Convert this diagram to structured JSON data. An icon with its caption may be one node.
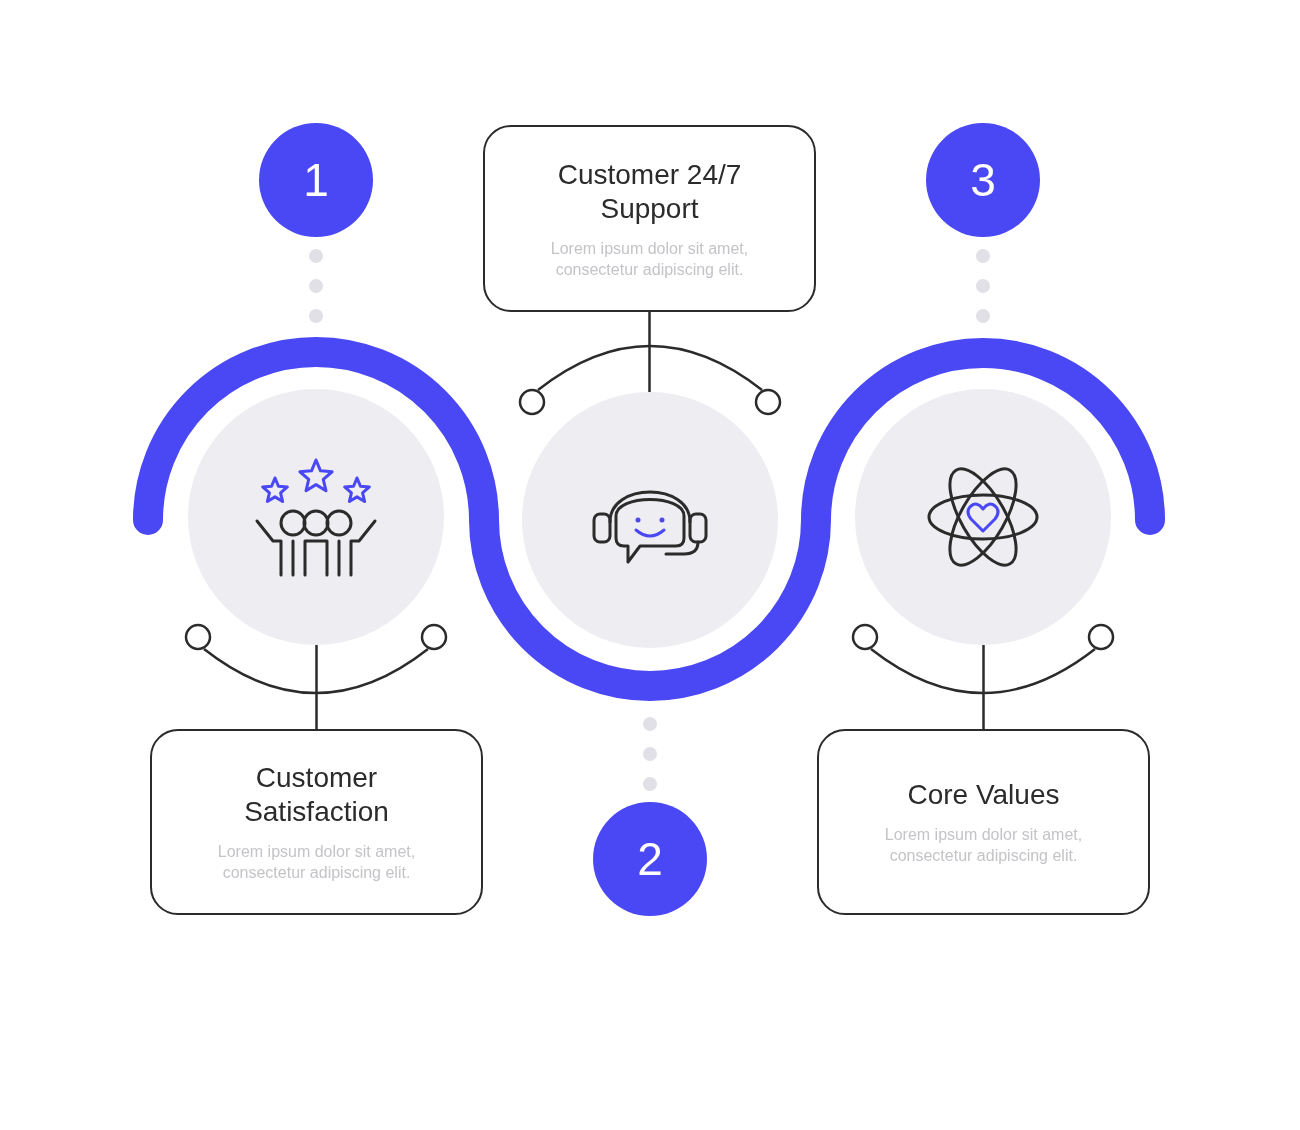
{
  "diagram": {
    "nodes": [
      {
        "text": [
          "1"
        ]
      },
      {
        "text": [
          "Customer 24/7 Support",
          "Lorem ipsum dolor sit amet, consectetur adipiscing elit."
        ]
      },
      {
        "text": [
          "3"
        ]
      },
      {
        "text": [],
        "shape": "circle"
      },
      {
        "text": [],
        "shape": "circle"
      },
      {
        "text": [],
        "shape": "circle"
      },
      {
        "text": [
          "Customer Satisfaction",
          "Lorem ipsum dolor sit amet, consectetur adipiscing elit."
        ]
      },
      {
        "text": [
          "Core Values",
          "Lorem ipsum dolor sit amet, consectetur adipiscing elit."
        ]
      },
      {
        "text": [
          "2"
        ]
      }
    ],
    "edges": [
      {
        "from": 1,
        "to": 4,
        "arrow": "none"
      },
      {
        "from": 6,
        "to": 3,
        "arrow": "none"
      },
      {
        "from": 7,
        "to": 5,
        "arrow": "none"
      }
    ]
  }
}
